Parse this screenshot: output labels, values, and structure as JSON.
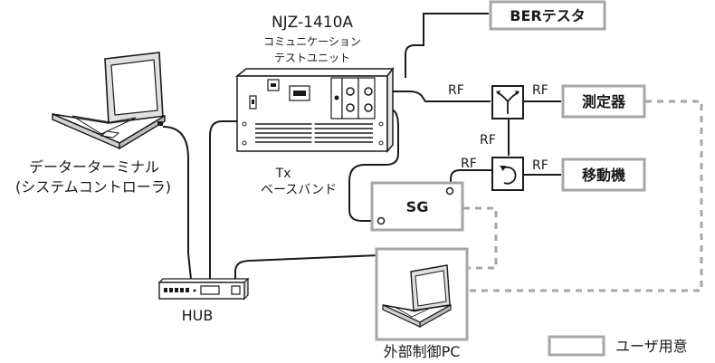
{
  "device": {
    "model": "NJZ-1410A",
    "name_line1": "コミュニケーション",
    "name_line2": "テストユニット"
  },
  "boxes": {
    "ber_tester": "BERテスタ",
    "meter": "測定器",
    "mobile": "移動機",
    "sg": "SG"
  },
  "signals": {
    "rf": "RF",
    "tx_line1": "Tx",
    "tx_line2": "ベースバンド"
  },
  "labels": {
    "terminal_line1": "データーターミナル",
    "terminal_line2": "(システムコントローラ)",
    "hub": "HUB",
    "external_pc": "外部制御PC"
  },
  "legend": {
    "user_supplied": "ユーザ用意"
  },
  "colors": {
    "user_equipment_border": "#a6a6a6",
    "line": "#1a1a1a"
  }
}
